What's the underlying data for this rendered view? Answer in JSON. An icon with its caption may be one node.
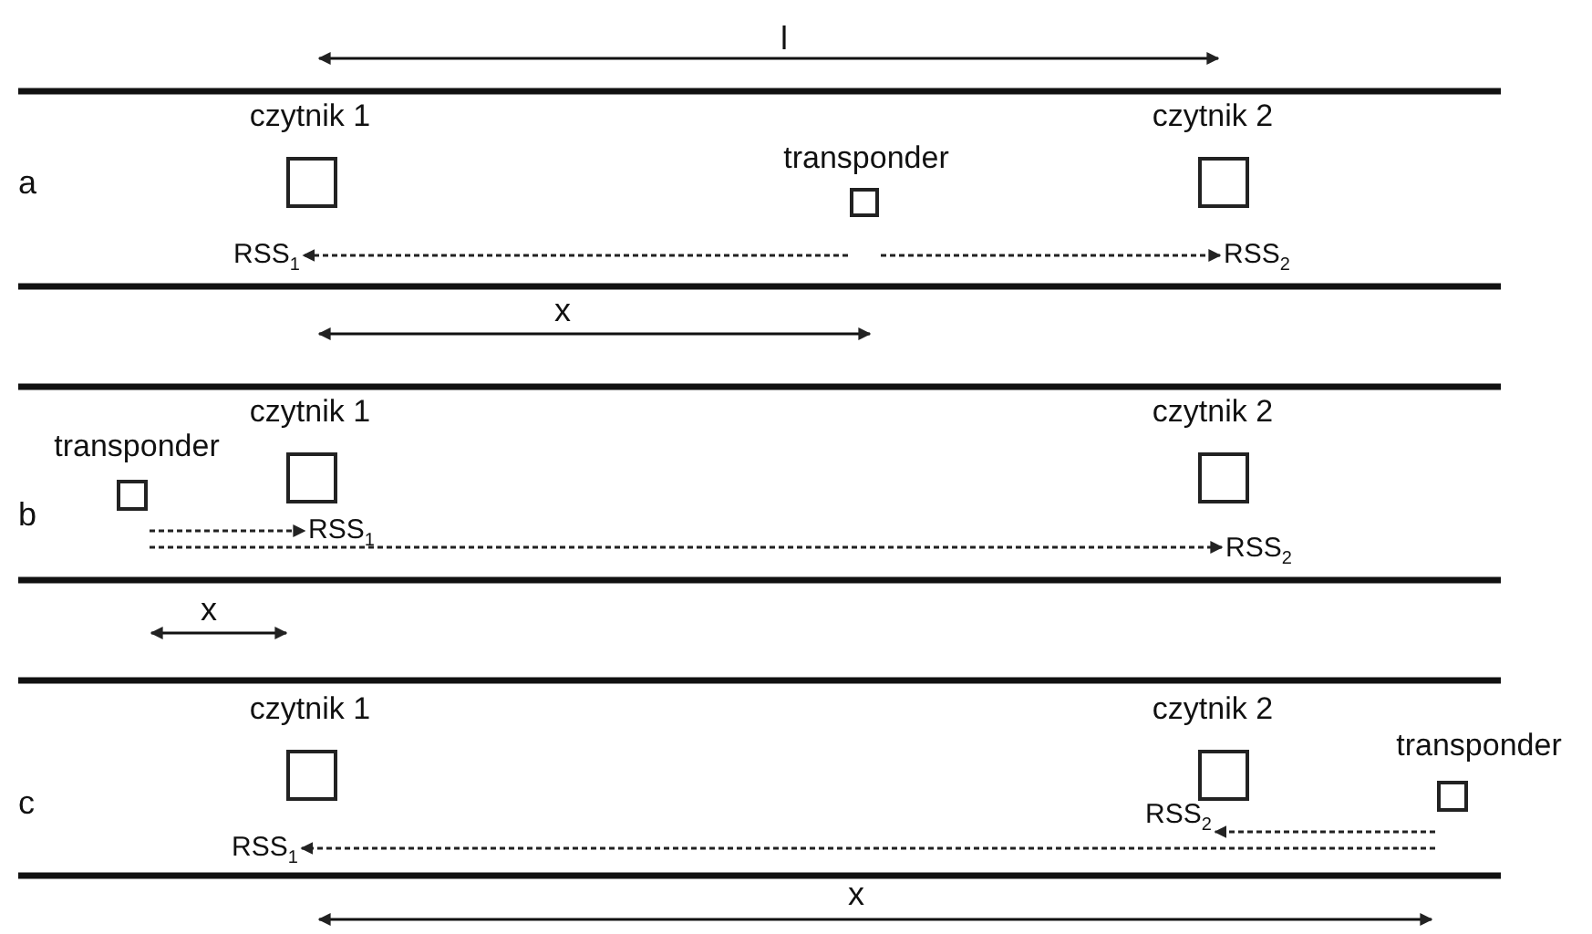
{
  "diagram": {
    "nodes": [
      {
        "text": [
          "czytnik 1"
        ]
      },
      {
        "text": [
          "czytnik 2"
        ]
      },
      {
        "text": [
          "transponder"
        ]
      },
      {
        "text": [
          "RSS$_{1}$"
        ]
      },
      {
        "text": [
          "RSS$_{2}$"
        ]
      },
      {
        "text": [
          "czytnik 1"
        ]
      },
      {
        "text": [
          "czytnik 2"
        ]
      },
      {
        "text": [
          "transponder"
        ]
      },
      {
        "text": [
          "RSS$_{1}$"
        ]
      },
      {
        "text": [
          "RSS$_{2}$"
        ]
      },
      {
        "text": [
          "czytnik 1"
        ]
      },
      {
        "text": [
          "czytnik 2"
        ]
      },
      {
        "text": [
          "transponder"
        ]
      },
      {
        "text": [
          "RSS$_{2}$"
        ]
      },
      {
        "text": [
          "RSS$_{1}$"
        ]
      }
    ],
    "edges": [
      {
        "from": 2,
        "to": 3,
        "arrow": "to",
        "style": "dashed"
      },
      {
        "from": 2,
        "to": 4,
        "arrow": "to",
        "style": "dashed"
      },
      {
        "from": 7,
        "to": 8,
        "arrow": "to",
        "style": "dashed"
      },
      {
        "from": 7,
        "to": 9,
        "arrow": "to",
        "style": "dashed"
      },
      {
        "from": 12,
        "to": 13,
        "arrow": "to",
        "style": "dashed"
      },
      {
        "from": 12,
        "to": 14,
        "arrow": "to",
        "style": "dashed"
      }
    ],
    "labels": [
      "l",
      "a",
      "x",
      "b",
      "x",
      "c",
      "x"
    ]
  }
}
